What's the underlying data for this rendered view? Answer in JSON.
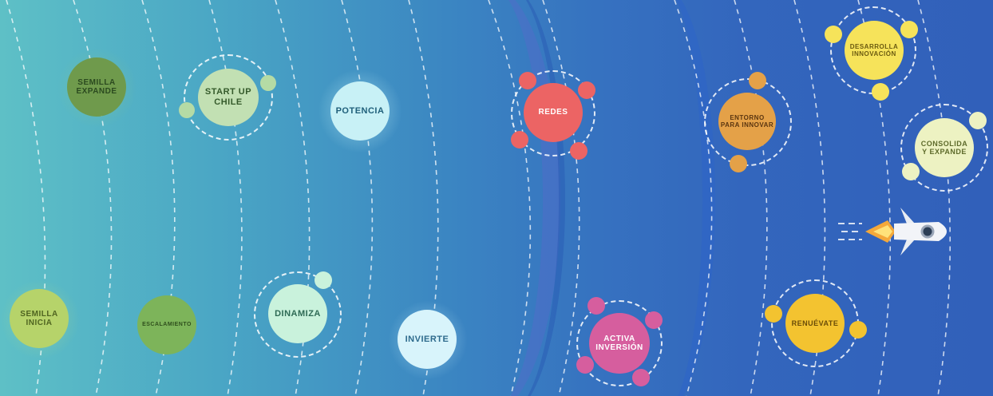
{
  "planets": {
    "semilla_expande": "SEMILLA\nEXPANDE",
    "start_up_chile": "START UP\nCHILE",
    "potencia": "POTENCIA",
    "redes": "REDES",
    "entorno": "ENTORNO\nPARA INNOVAR",
    "desarrolla": "DESARROLLA\nINNOVACIÓN",
    "consolida": "CONSOLIDA\nY EXPANDE",
    "semilla_inicia": "SEMILLA\nINICIA",
    "escalamiento": "ESCALAMIENTO",
    "dinamiza": "DINAMIZA",
    "invierte": "INVIERTE",
    "activa": "ACTIVA\nINVERSIÓN",
    "renuevate": "RENUÉVATE"
  },
  "colors": {
    "green_dark": "#6f9a4c",
    "green_light": "#c2e0b3",
    "cyan": "#c8f1f6",
    "red": "#ec6464",
    "orange": "#e4a148",
    "yellow": "#f6e35a",
    "pale_yellow": "#edf2c2",
    "pink": "#d65e9e",
    "gold": "#f3c330"
  }
}
